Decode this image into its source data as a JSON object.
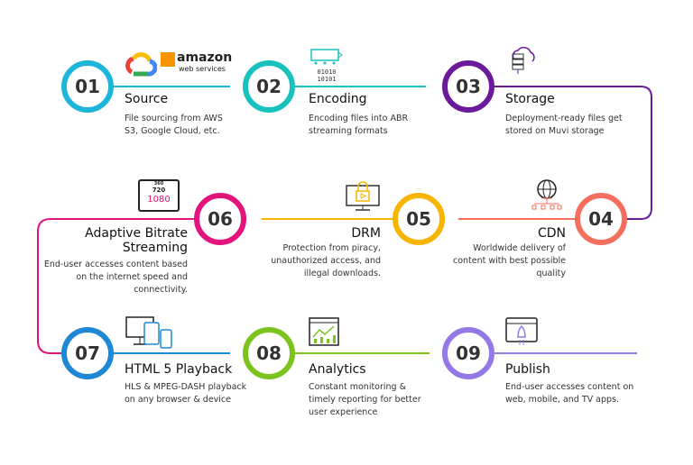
{
  "steps": [
    {
      "num": "01",
      "title": "Source",
      "desc": "File sourcing from AWS S3, Google Cloud, etc.",
      "color": "#1db5d9",
      "icon": "google-cloud-aws-logos"
    },
    {
      "num": "02",
      "title": "Encoding",
      "desc": "Encoding files into ABR streaming formats",
      "color": "#17c1be",
      "icon": "encoding-icon"
    },
    {
      "num": "03",
      "title": "Storage",
      "desc": "Deployment-ready files get stored on Muvi storage",
      "color": "#6b1a9c",
      "icon": "cloud-server-icon"
    },
    {
      "num": "04",
      "title": "CDN",
      "desc": "Worldwide delivery of content with best possible quality",
      "color": "#f46f5e",
      "icon": "globe-network-icon"
    },
    {
      "num": "05",
      "title": "DRM",
      "desc": "Protection from piracy, unauthorized access, and illegal downloads.",
      "color": "#f7b500",
      "icon": "monitor-lock-icon"
    },
    {
      "num": "06",
      "title": "Adaptive Bitrate Streaming",
      "desc": "End-user accesses content based on the internet speed and connectivity.",
      "color": "#e3147b",
      "icon": "resolution-icon"
    },
    {
      "num": "07",
      "title": "HTML 5 Playback",
      "desc": "HLS & MPEG-DASH playback on any browser & device",
      "color": "#1e88d5",
      "icon": "devices-icon"
    },
    {
      "num": "08",
      "title": "Analytics",
      "desc": "Constant monitoring & timely reporting for better user experience",
      "color": "#7cc31d",
      "icon": "analytics-icon"
    },
    {
      "num": "09",
      "title": "Publish",
      "desc": "End-user accesses content on web, mobile, and TV apps.",
      "color": "#9479e6",
      "icon": "rocket-browser-icon"
    }
  ],
  "logos": {
    "aws_top": "amazon",
    "aws_bottom": "web services"
  },
  "resolutions": [
    "360",
    "720",
    "1080"
  ],
  "binary": [
    "01010",
    "10101"
  ]
}
